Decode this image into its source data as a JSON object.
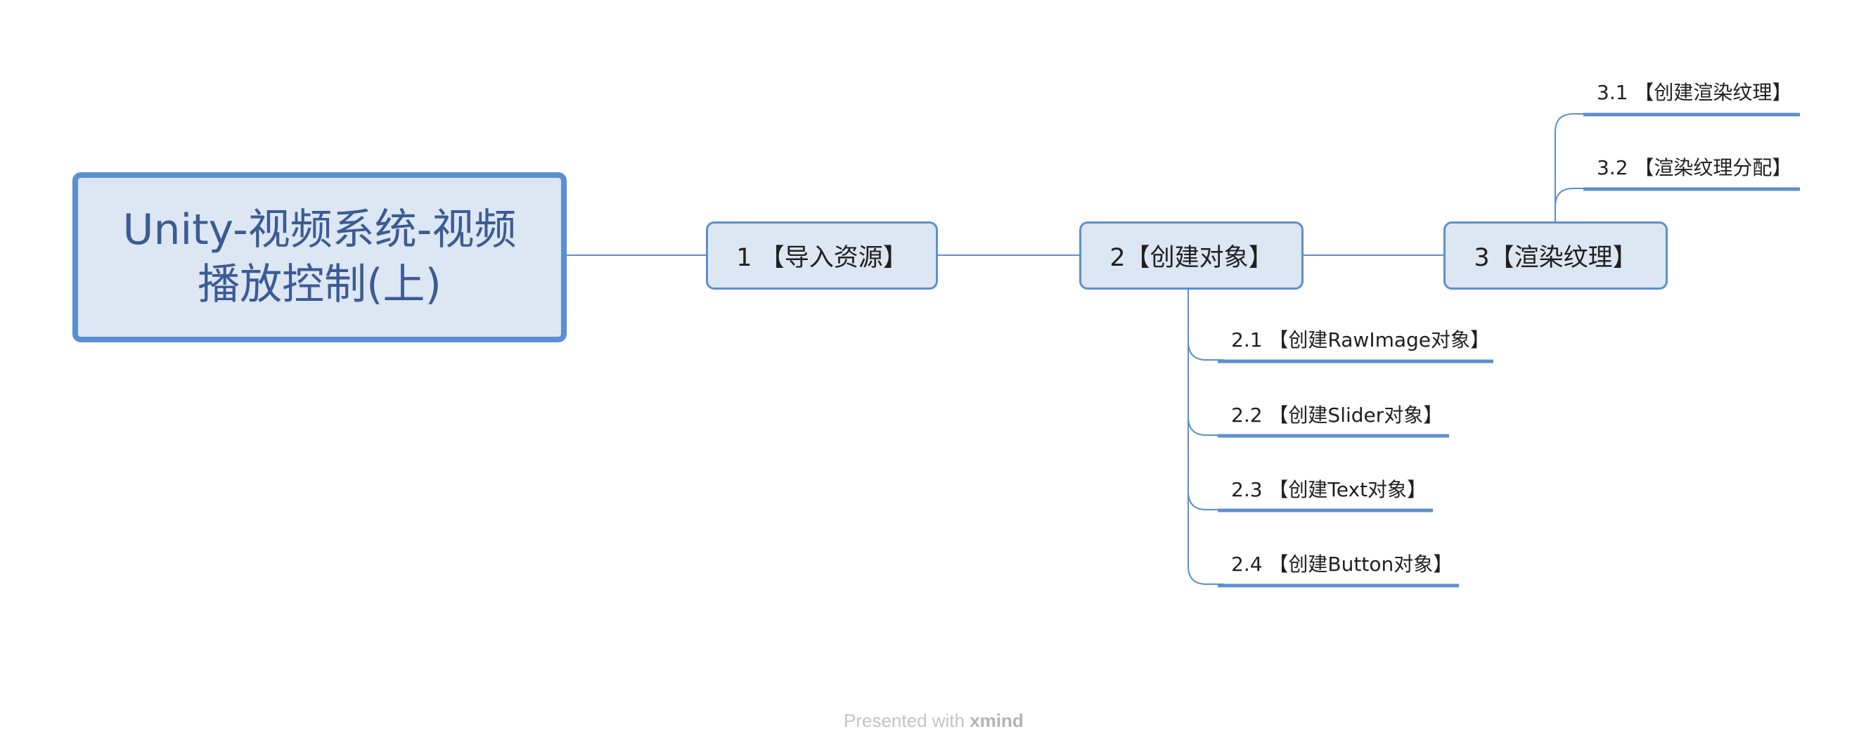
{
  "root": {
    "line1": "Unity-视频系统-视频",
    "line2": "播放控制(上)"
  },
  "topics": [
    {
      "label": "1 【导入资源】"
    },
    {
      "label": "2【创建对象】"
    },
    {
      "label": "3【渲染纹理】"
    }
  ],
  "subtopics_2": [
    {
      "label": "2.1 【创建RawImage对象】"
    },
    {
      "label": "2.2 【创建Slider对象】"
    },
    {
      "label": "2.3 【创建Text对象】"
    },
    {
      "label": "2.4 【创建Button对象】"
    }
  ],
  "subtopics_3": [
    {
      "label": "3.1 【创建渲染纹理】"
    },
    {
      "label": "3.2 【渲染纹理分配】"
    }
  ],
  "watermark": {
    "prefix": "Presented with ",
    "brand": "xmind"
  },
  "colors": {
    "node_fill": "#dde6f3",
    "node_border": "#5b8fd1",
    "root_text": "#3a5c93",
    "connector": "#5b8fd1"
  }
}
